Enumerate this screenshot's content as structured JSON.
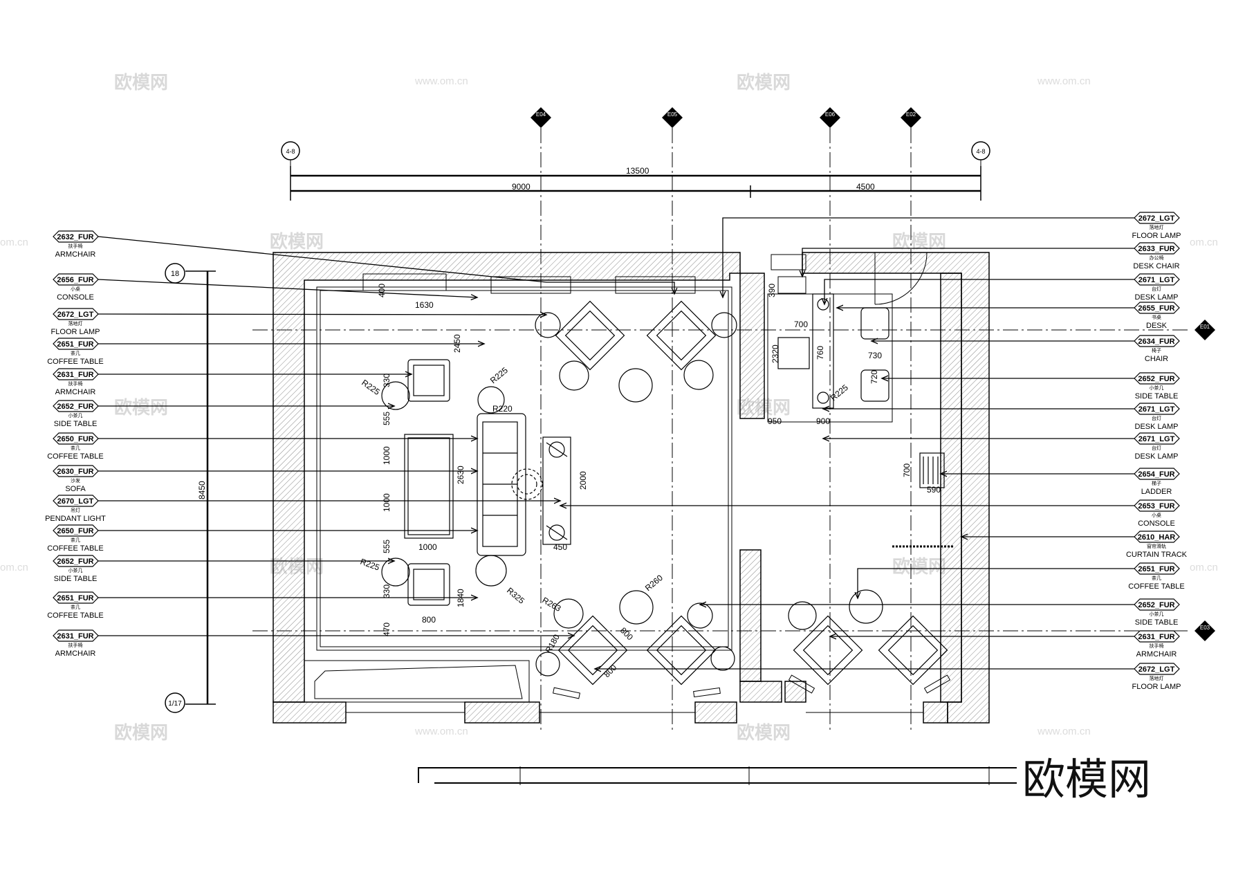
{
  "drawing": {
    "overall_dimension": "13500",
    "sub_dimensions": [
      "9000",
      "4500"
    ],
    "vertical_dimension": "8450",
    "grid_refs": {
      "left": "4-8",
      "right": "4-8",
      "top_row": "18",
      "bottom_row": "1/17"
    },
    "elevation_markers": {
      "top": [
        "E04",
        "E05",
        "E06",
        "E02"
      ],
      "right": [
        "E01",
        "E03"
      ]
    }
  },
  "left_tags": [
    {
      "code": "2632_FUR",
      "cn": "扶手椅",
      "name": "ARMCHAIR"
    },
    {
      "code": "2656_FUR",
      "cn": "小桌",
      "name": "CONSOLE"
    },
    {
      "code": "2672_LGT",
      "cn": "落地灯",
      "name": "FLOOR LAMP"
    },
    {
      "code": "2651_FUR",
      "cn": "茶几",
      "name": "COFFEE TABLE"
    },
    {
      "code": "2631_FUR",
      "cn": "扶手椅",
      "name": "ARMCHAIR"
    },
    {
      "code": "2652_FUR",
      "cn": "小茶几",
      "name": "SIDE TABLE"
    },
    {
      "code": "2650_FUR",
      "cn": "茶几",
      "name": "COFFEE TABLE"
    },
    {
      "code": "2630_FUR",
      "cn": "沙发",
      "name": "SOFA"
    },
    {
      "code": "2670_LGT",
      "cn": "吊灯",
      "name": "PENDANT LIGHT"
    },
    {
      "code": "2650_FUR",
      "cn": "茶几",
      "name": "COFFEE TABLE"
    },
    {
      "code": "2652_FUR",
      "cn": "小茶几",
      "name": "SIDE TABLE"
    },
    {
      "code": "2651_FUR",
      "cn": "茶几",
      "name": "COFFEE TABLE"
    },
    {
      "code": "2631_FUR",
      "cn": "扶手椅",
      "name": "ARMCHAIR"
    }
  ],
  "right_tags": [
    {
      "code": "2672_LGT",
      "cn": "落地灯",
      "name": "FLOOR LAMP"
    },
    {
      "code": "2633_FUR",
      "cn": "办公椅",
      "name": "DESK CHAIR"
    },
    {
      "code": "2671_LGT",
      "cn": "台灯",
      "name": "DESK LAMP"
    },
    {
      "code": "2655_FUR",
      "cn": "书桌",
      "name": "DESK"
    },
    {
      "code": "2634_FUR",
      "cn": "椅子",
      "name": "CHAIR"
    },
    {
      "code": "2652_FUR",
      "cn": "小茶几",
      "name": "SIDE TABLE"
    },
    {
      "code": "2671_LGT",
      "cn": "台灯",
      "name": "DESK LAMP"
    },
    {
      "code": "2671_LGT",
      "cn": "台灯",
      "name": "DESK LAMP"
    },
    {
      "code": "2654_FUR",
      "cn": "梯子",
      "name": "LADDER"
    },
    {
      "code": "2653_FUR",
      "cn": "小桌",
      "name": "CONSOLE"
    },
    {
      "code": "2610_HAR",
      "cn": "窗帘滑轨",
      "name": "CURTAIN TRACK"
    },
    {
      "code": "2651_FUR",
      "cn": "茶几",
      "name": "COFFEE TABLE"
    },
    {
      "code": "2652_FUR",
      "cn": "小茶几",
      "name": "SIDE TABLE"
    },
    {
      "code": "2631_FUR",
      "cn": "扶手椅",
      "name": "ARMCHAIR"
    },
    {
      "code": "2672_LGT",
      "cn": "落地灯",
      "name": "FLOOR LAMP"
    }
  ],
  "interior_dims": [
    "400",
    "1630",
    "2450",
    "330",
    "555",
    "1000",
    "1000",
    "555",
    "330",
    "1000",
    "2630",
    "1840",
    "800",
    "470",
    "2000",
    "450",
    "390",
    "700",
    "2320",
    "760",
    "730",
    "720",
    "950",
    "900",
    "700",
    "590",
    "800",
    "800"
  ],
  "radius_labels": [
    "R225",
    "R225",
    "R220",
    "R225",
    "R325",
    "R260",
    "R263",
    "R180",
    "R225"
  ],
  "watermark": {
    "brand": "欧模网",
    "url": "www.om.cn",
    "url_short": "om.cn"
  },
  "colors": {
    "line": "#000000",
    "hatch": "#8a8a8a",
    "paper": "#ffffff",
    "watermark": "#d9d9d9"
  }
}
